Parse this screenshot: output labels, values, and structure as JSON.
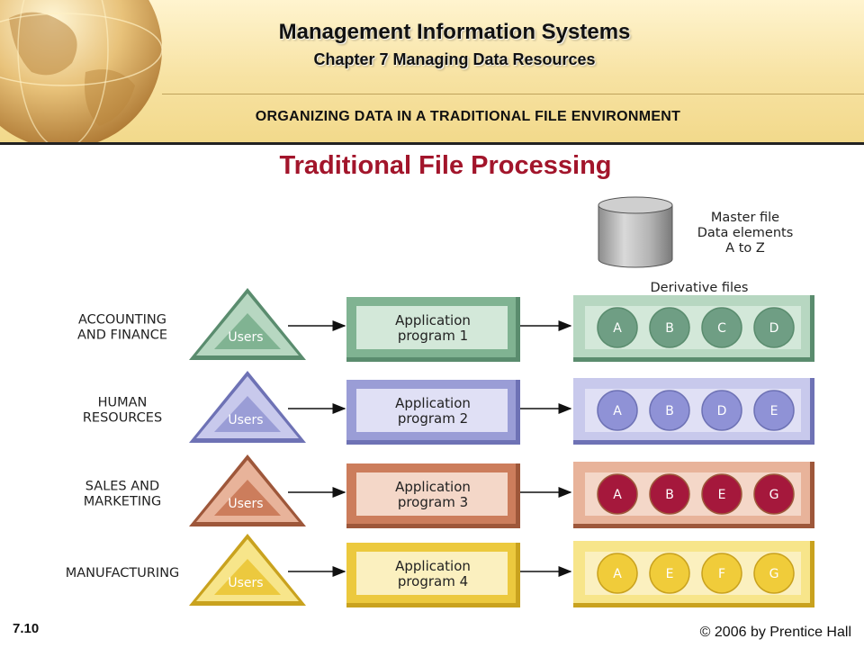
{
  "header": {
    "title": "Management Information Systems",
    "subtitle": "Chapter 7 Managing Data Resources"
  },
  "section_title": "ORGANIZING DATA IN A TRADITIONAL FILE ENVIRONMENT",
  "slide_title": "Traditional File Processing",
  "master_file": {
    "lines": [
      "Master file",
      "Data elements",
      "A to Z"
    ]
  },
  "derivative_label": "Derivative files",
  "users_label": "Users",
  "rows": [
    {
      "department": [
        "ACCOUNTING",
        "AND FINANCE"
      ],
      "program": [
        "Application",
        "program 1"
      ],
      "files": [
        "A",
        "B",
        "C",
        "D"
      ],
      "colors": {
        "light": "#b7d7c1",
        "dark": "#80b392",
        "shadow": "#5a8c6e",
        "circle": "#6f9e84",
        "box": "#d3e8d9",
        "text": "#ffffff"
      }
    },
    {
      "department": [
        "HUMAN",
        "RESOURCES"
      ],
      "program": [
        "Application",
        "program 2"
      ],
      "files": [
        "A",
        "B",
        "D",
        "E"
      ],
      "colors": {
        "light": "#c8c9ec",
        "dark": "#9a9dd6",
        "shadow": "#6e72b5",
        "circle": "#8f92d6",
        "box": "#e0e0f5",
        "text": "#ffffff"
      }
    },
    {
      "department": [
        "SALES AND",
        "MARKETING"
      ],
      "program": [
        "Application",
        "program 3"
      ],
      "files": [
        "A",
        "B",
        "E",
        "G"
      ],
      "colors": {
        "light": "#e8b39a",
        "dark": "#cc7d5c",
        "shadow": "#9e573a",
        "circle": "#a5183c",
        "box": "#f4d7c8",
        "text": "#ffffff"
      }
    },
    {
      "department": [
        "MANUFACTURING"
      ],
      "program": [
        "Application",
        "program 4"
      ],
      "files": [
        "A",
        "E",
        "F",
        "G"
      ],
      "colors": {
        "light": "#f7e58a",
        "dark": "#ecc93e",
        "shadow": "#c9a21e",
        "circle": "#f0cc3a",
        "box": "#fbf0bf",
        "text": "#ffffff"
      }
    }
  ],
  "footer": {
    "slide_number": "7.10",
    "copyright": "© 2006 by Prentice Hall"
  }
}
